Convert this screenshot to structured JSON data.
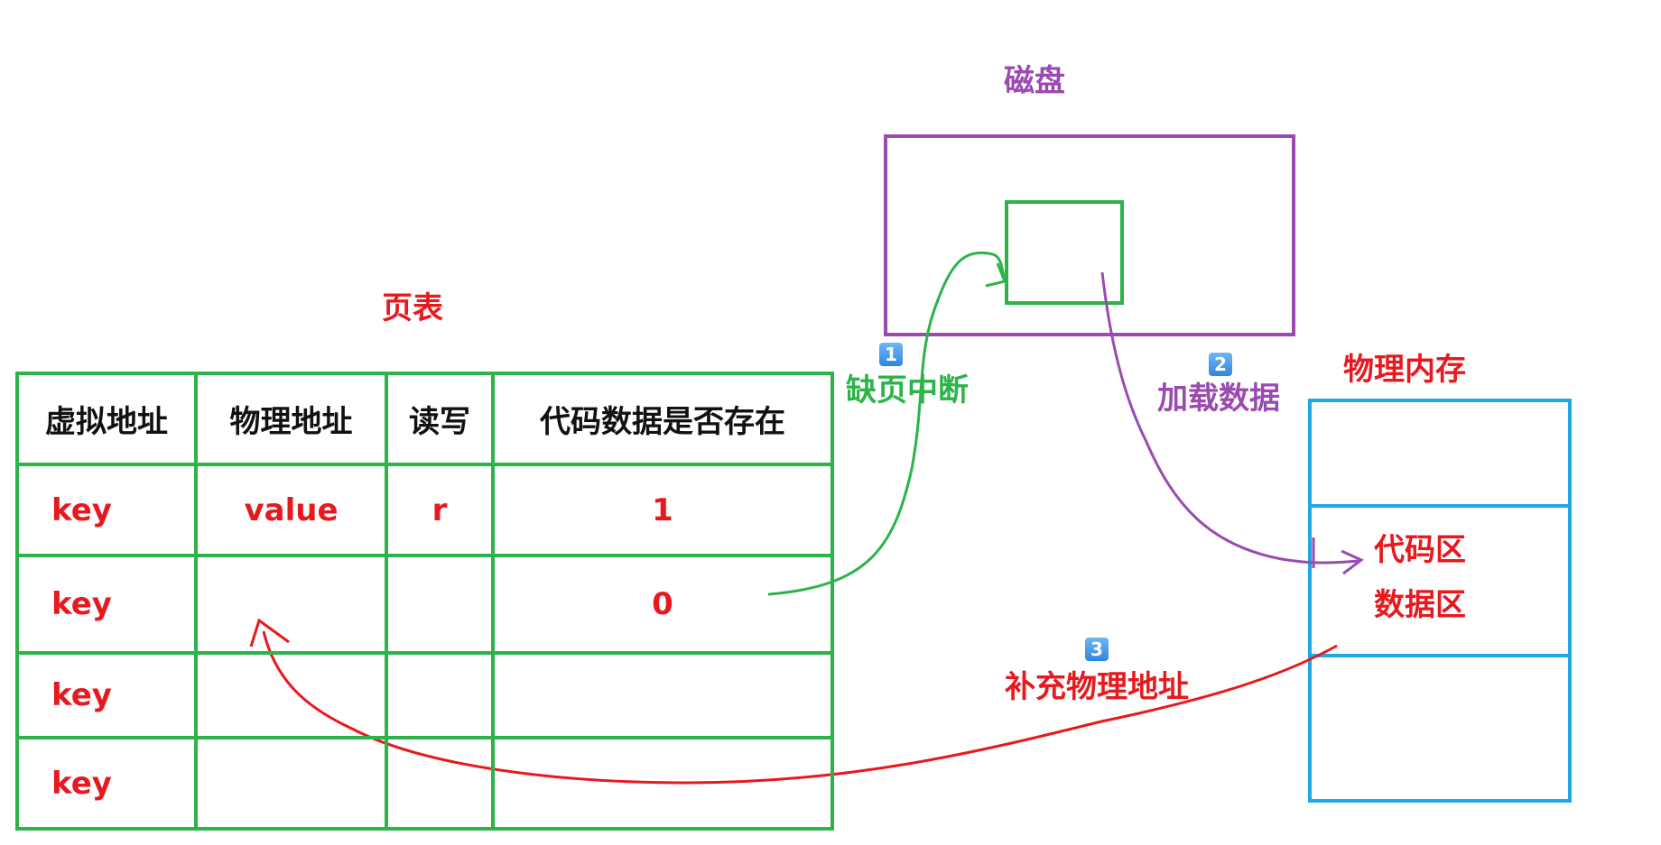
{
  "disk": {
    "label": "磁盘"
  },
  "page_table": {
    "title": "页表",
    "headers": [
      "虚拟地址",
      "物理地址",
      "读写",
      "代码数据是否存在"
    ],
    "rows": [
      [
        "key",
        "value",
        "r",
        "1"
      ],
      [
        "key",
        "",
        "",
        "0"
      ],
      [
        "key",
        "",
        "",
        ""
      ],
      [
        "key",
        "",
        "",
        ""
      ]
    ]
  },
  "physical_memory": {
    "label": "物理内存",
    "code_area": "代码区",
    "data_area": "数据区"
  },
  "steps": [
    {
      "number": "1",
      "label": "缺页中断",
      "color": "#2cb34a"
    },
    {
      "number": "2",
      "label": "加载数据",
      "color": "#9b4ab0"
    },
    {
      "number": "3",
      "label": "补充物理地址",
      "color": "#e8191e"
    }
  ]
}
